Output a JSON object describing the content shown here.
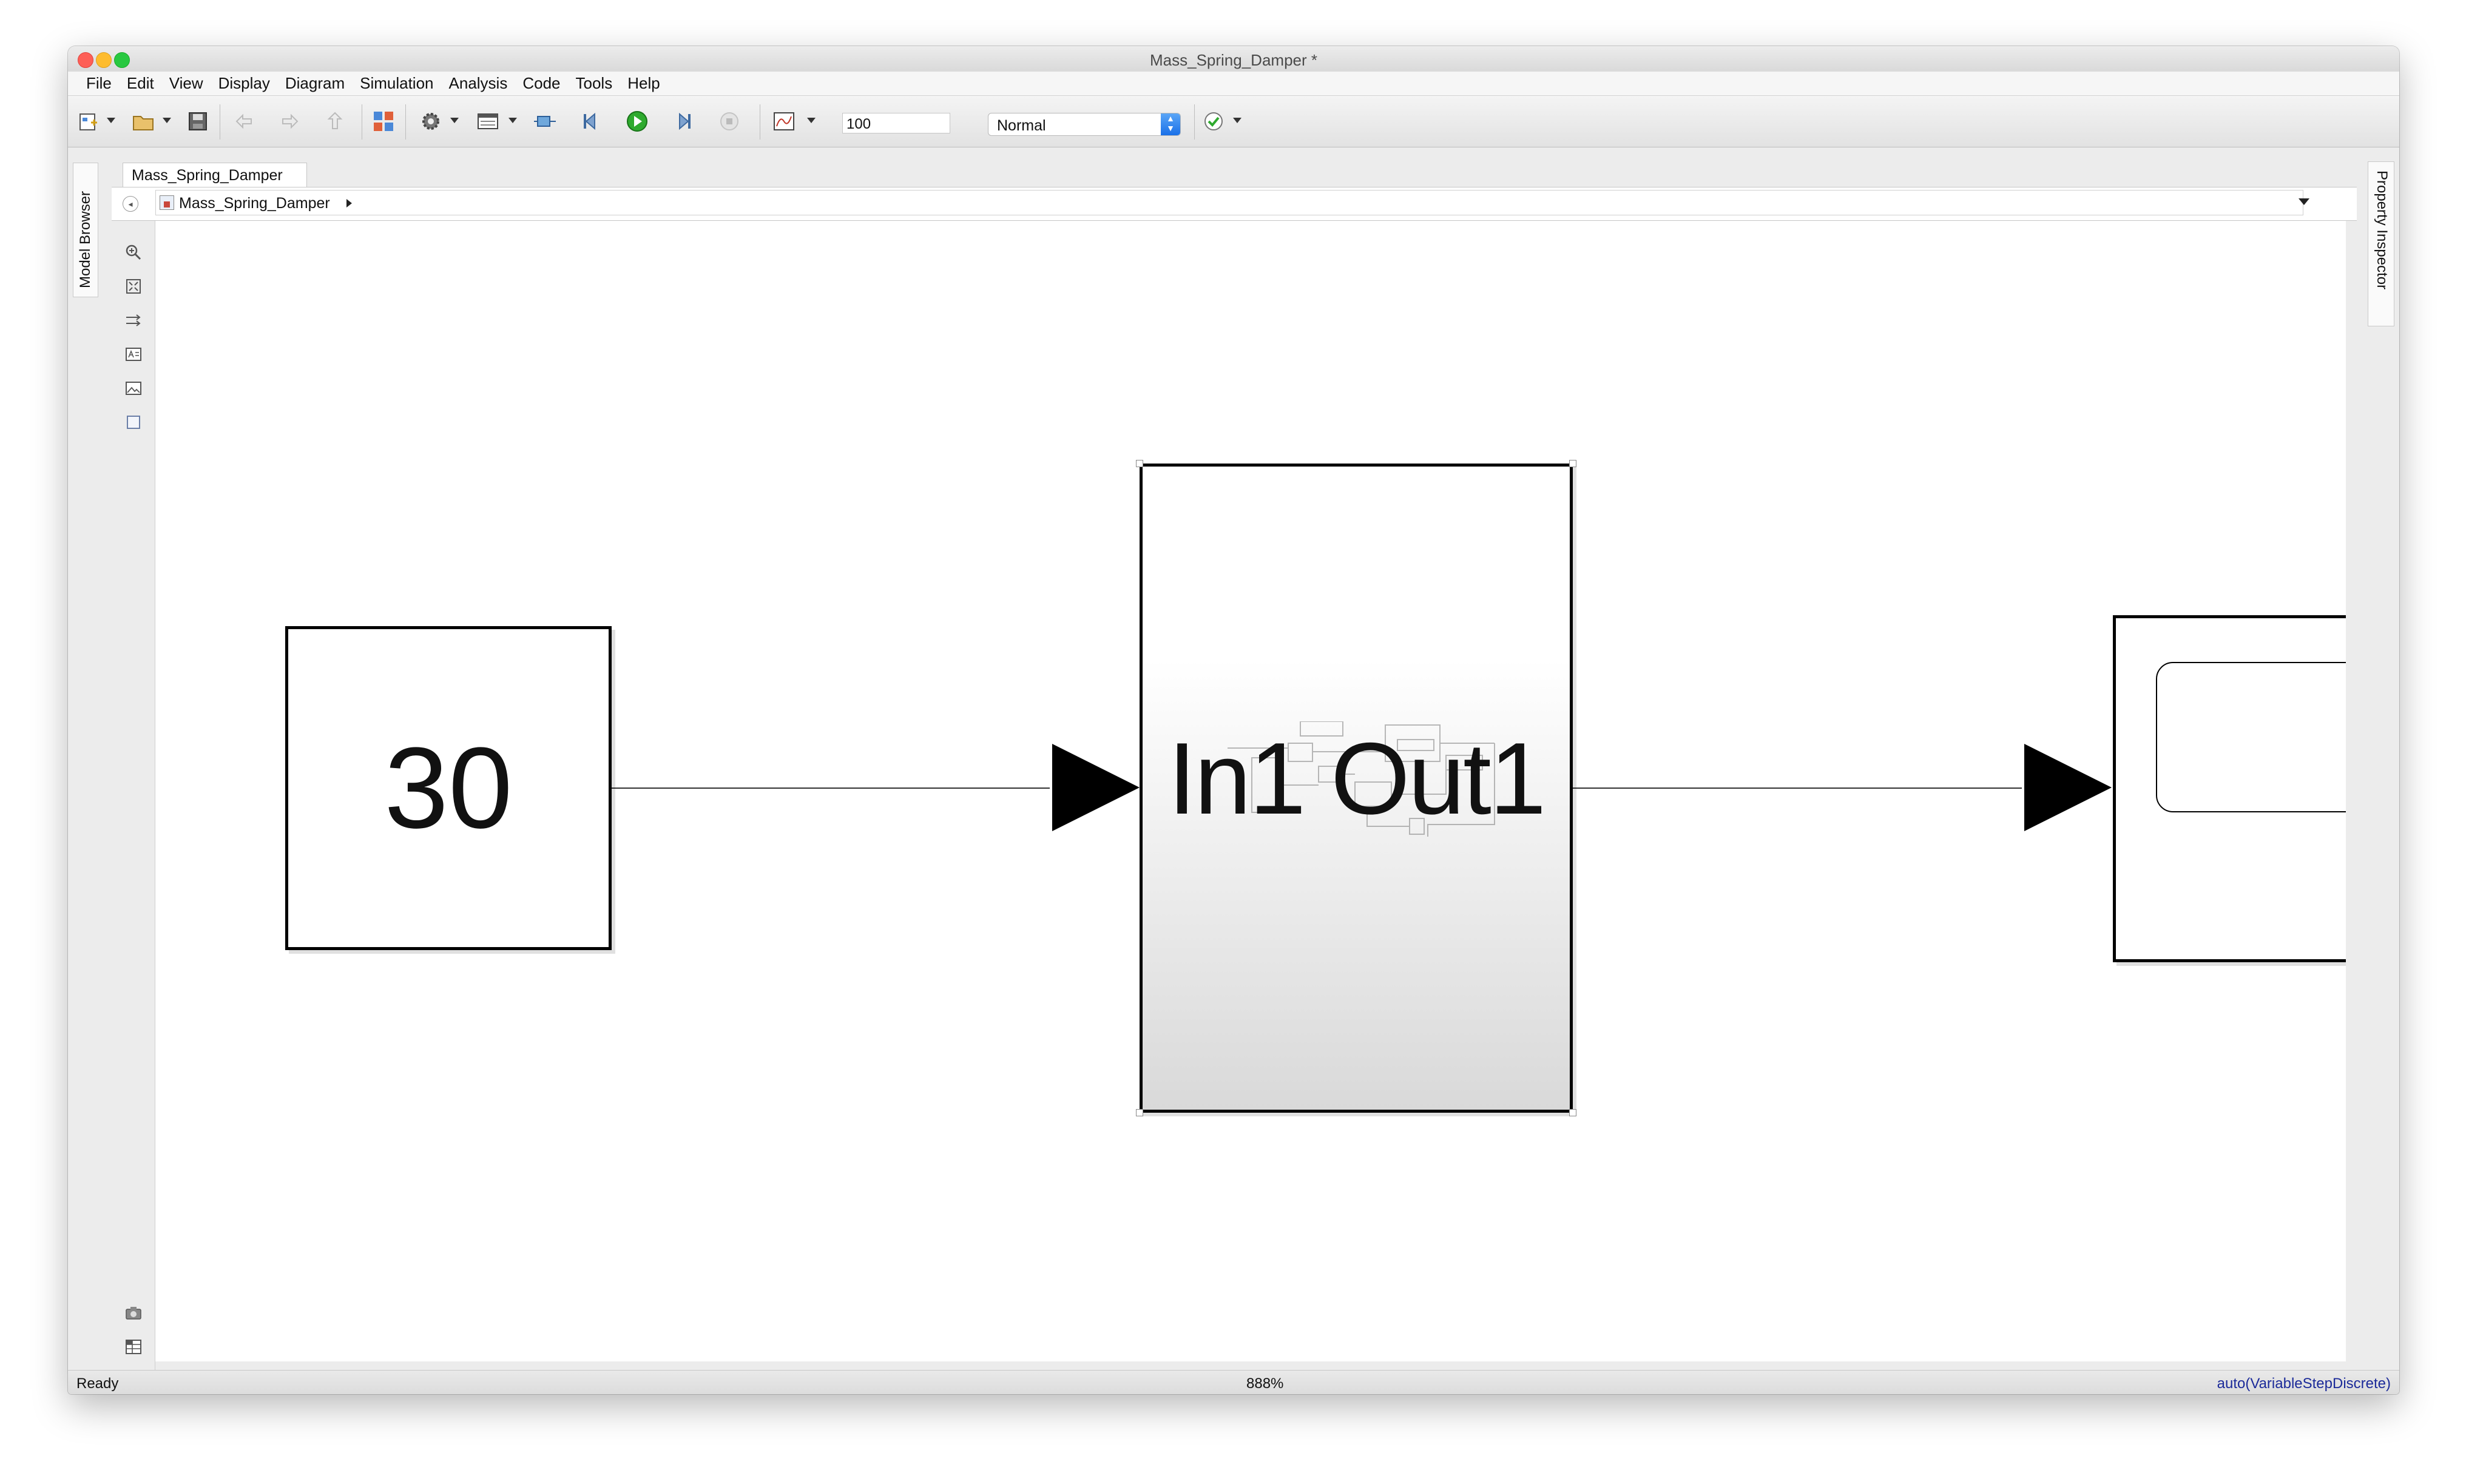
{
  "window": {
    "title": "Mass_Spring_Damper *"
  },
  "menu": {
    "items": [
      "File",
      "Edit",
      "View",
      "Display",
      "Diagram",
      "Simulation",
      "Analysis",
      "Code",
      "Tools",
      "Help"
    ]
  },
  "toolbar": {
    "icons": [
      "new-model-icon",
      "open-icon",
      "save-icon",
      "back-icon",
      "forward-icon",
      "up-icon",
      "library-browser-icon",
      "model-config-icon",
      "model-explorer-icon",
      "step-back-icon",
      "run-icon",
      "step-forward-icon",
      "stop-icon",
      "scope-icon",
      "check-icon"
    ],
    "stop_time": "100",
    "sim_mode": "Normal"
  },
  "side_tabs": {
    "left": "Model Browser",
    "right": "Property Inspector"
  },
  "editor": {
    "tab_label": "Mass_Spring_Damper",
    "breadcrumb": "Mass_Spring_Damper"
  },
  "blocks": {
    "constant": {
      "value": "30"
    },
    "subsystem": {
      "label": "In1 Out1"
    },
    "scope": {
      "label": ""
    }
  },
  "status": {
    "left": "Ready",
    "zoom": "888%",
    "solver": "auto(VariableStepDiscrete)"
  },
  "colors": {
    "window_chrome": "#ececec",
    "canvas": "#ffffff",
    "run_button": "#2eaa2e",
    "solver_text": "#1b2a99",
    "close_button": "#fe5f57",
    "minimize_button": "#febc2e",
    "zoom_button": "#28c840"
  }
}
